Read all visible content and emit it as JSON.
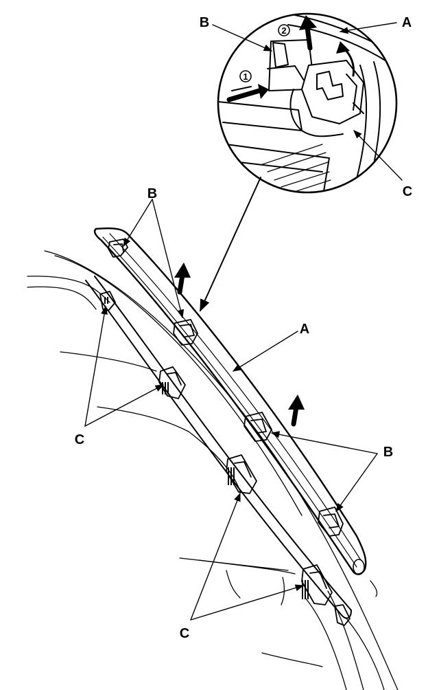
{
  "diagram": {
    "labels": {
      "a": "A",
      "b": "B",
      "c": "C"
    },
    "steps": {
      "one": "1",
      "two": "2"
    }
  }
}
